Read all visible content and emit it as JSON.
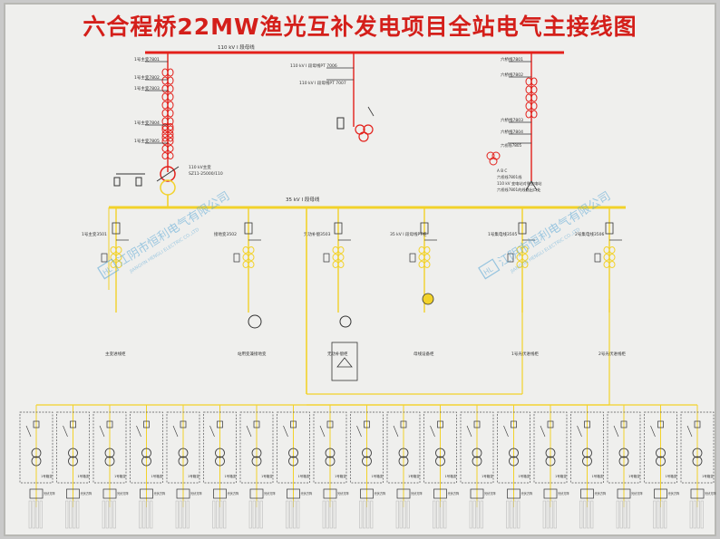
{
  "title": "六合程桥22MW渔光互补发电项目全站电气主接线图",
  "colors": {
    "hv": "#e3201b",
    "lv": "#f2d22a",
    "inv": "#f2d22a",
    "board": "#efefed",
    "watermark": "#5aa7d6"
  },
  "hv": {
    "busbar_label": "110 kV Ⅰ 段母线",
    "incoming": {
      "labels": [
        "1号主变7801",
        "1号主变7802",
        "1号主变7803",
        "1号主变7804",
        "1号主变7805"
      ]
    },
    "pt_bay": {
      "labels": [
        "110 kV Ⅰ 段母线PT 7006",
        "110 kV Ⅰ 段母线PT 7007"
      ]
    },
    "outgoing": {
      "labels": [
        "六桥线7801",
        "六桥线7802",
        "六桥线7803",
        "六桥线7804"
      ],
      "notes": [
        "六桥线7805",
        "A B C",
        "六桥线7801线",
        "110 kV 变电站对侧变电站",
        "六桥线7801的线路出口处"
      ]
    },
    "transformer": {
      "name": "110 kV主变",
      "model": "SZ11-25000/110"
    }
  },
  "lv": {
    "busbar_label": "35 kV Ⅰ 段母线",
    "bays": [
      {
        "label": "1号主变3501",
        "bottom": "主变进线柜"
      },
      {
        "label": "接地变3502",
        "bottom": "站用变兼接地变"
      },
      {
        "label": "无功补偿3503",
        "bottom": "无功补偿柜"
      },
      {
        "label": "35 kV Ⅰ 段母线PT柜",
        "bottom": "母线设备柜"
      },
      {
        "label": "1号集电线3505",
        "bottom": "1号光伏进线柜"
      },
      {
        "label": "2号集电线3506",
        "bottom": "2号光伏进线柜"
      }
    ]
  },
  "watermark": {
    "cn": "江阴市恒利电气有限公司",
    "en": "JIANGYIN HENGLI ELECTRIC CO.,LTD",
    "logo": "HL"
  },
  "inverter_rows": {
    "count": 19,
    "label": "1号箱变",
    "module_label": "光伏方阵"
  }
}
